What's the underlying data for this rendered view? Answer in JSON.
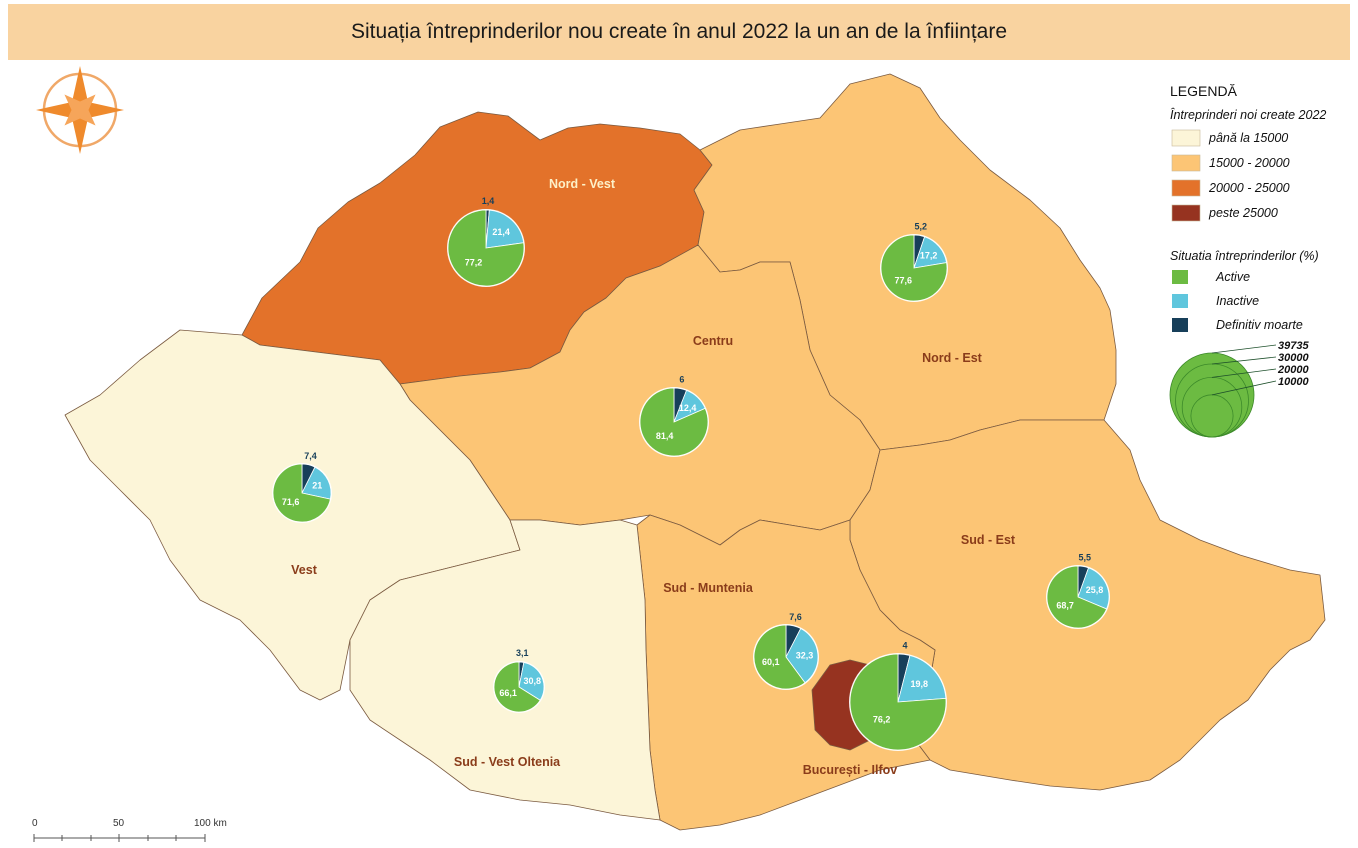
{
  "title": "Situația întreprinderilor nou create în anul 2022 la un an de la înființare",
  "colors": {
    "band1": "#fcf5d8",
    "band2": "#fcc575",
    "band3": "#e3722a",
    "band4": "#963320",
    "active": "#6cbb42",
    "inactive": "#5fc6dd",
    "dead": "#173f5a",
    "label_dark": "#8a3c1a",
    "label_light": "#fdf1c8"
  },
  "legend": {
    "title": "LEGENDĂ",
    "choropleth_title": "Întreprinderi noi create 2022",
    "bands": [
      {
        "label": "până la 15000",
        "color": "#fcf5d8"
      },
      {
        "label": "15000 - 20000",
        "color": "#fcc575"
      },
      {
        "label": "20000 - 25000",
        "color": "#e3722a"
      },
      {
        "label": "peste 25000",
        "color": "#963320"
      }
    ],
    "status_title": "Situatia întreprinderilor (%)",
    "status": [
      {
        "label": "Active",
        "color": "#6cbb42"
      },
      {
        "label": "Inactive",
        "color": "#5fc6dd"
      },
      {
        "label": "Definitiv moarte",
        "color": "#173f5a"
      }
    ],
    "sizes": [
      {
        "label": "39735",
        "value": 39735
      },
      {
        "label": "30000",
        "value": 30000
      },
      {
        "label": "20000",
        "value": 20000
      },
      {
        "label": "10000",
        "value": 10000
      }
    ]
  },
  "scale_bar": {
    "labels": [
      "0",
      "50",
      "100 km"
    ]
  },
  "regions": [
    {
      "name": "Nord - Vest",
      "band": 3,
      "active": 77.2,
      "active_label": "77,2",
      "inactive": 21.4,
      "inactive_label": "21,4",
      "dead": 1.4,
      "dead_label": "1,4"
    },
    {
      "name": "Nord - Est",
      "band": 2,
      "active": 77.6,
      "active_label": "77,6",
      "inactive": 17.2,
      "inactive_label": "17,2",
      "dead": 5.2,
      "dead_label": "5,2"
    },
    {
      "name": "Centru",
      "band": 2,
      "active": 81.4,
      "active_label": "81,4",
      "inactive": 12.4,
      "inactive_label": "12,4",
      "dead": 6,
      "dead_label": "6"
    },
    {
      "name": "Vest",
      "band": 1,
      "active": 71.6,
      "active_label": "71,6",
      "inactive": 21,
      "inactive_label": "21",
      "dead": 7.4,
      "dead_label": "7,4"
    },
    {
      "name": "Sud - Est",
      "band": 2,
      "active": 68.7,
      "active_label": "68,7",
      "inactive": 25.8,
      "inactive_label": "25,8",
      "dead": 5.5,
      "dead_label": "5,5"
    },
    {
      "name": "Sud - Muntenia",
      "band": 2,
      "active": 60.1,
      "active_label": "60,1",
      "inactive": 32.3,
      "inactive_label": "32,3",
      "dead": 7.6,
      "dead_label": "7,6"
    },
    {
      "name": "Sud - Vest Oltenia",
      "band": 1,
      "active": 66.1,
      "active_label": "66,1",
      "inactive": 30.8,
      "inactive_label": "30,8",
      "dead": 3.1,
      "dead_label": "3,1"
    },
    {
      "name": "București - Ilfov",
      "band": 4,
      "active": 76.2,
      "active_label": "76,2",
      "inactive": 19.8,
      "inactive_label": "19,8",
      "dead": 4,
      "dead_label": "4"
    }
  ]
}
